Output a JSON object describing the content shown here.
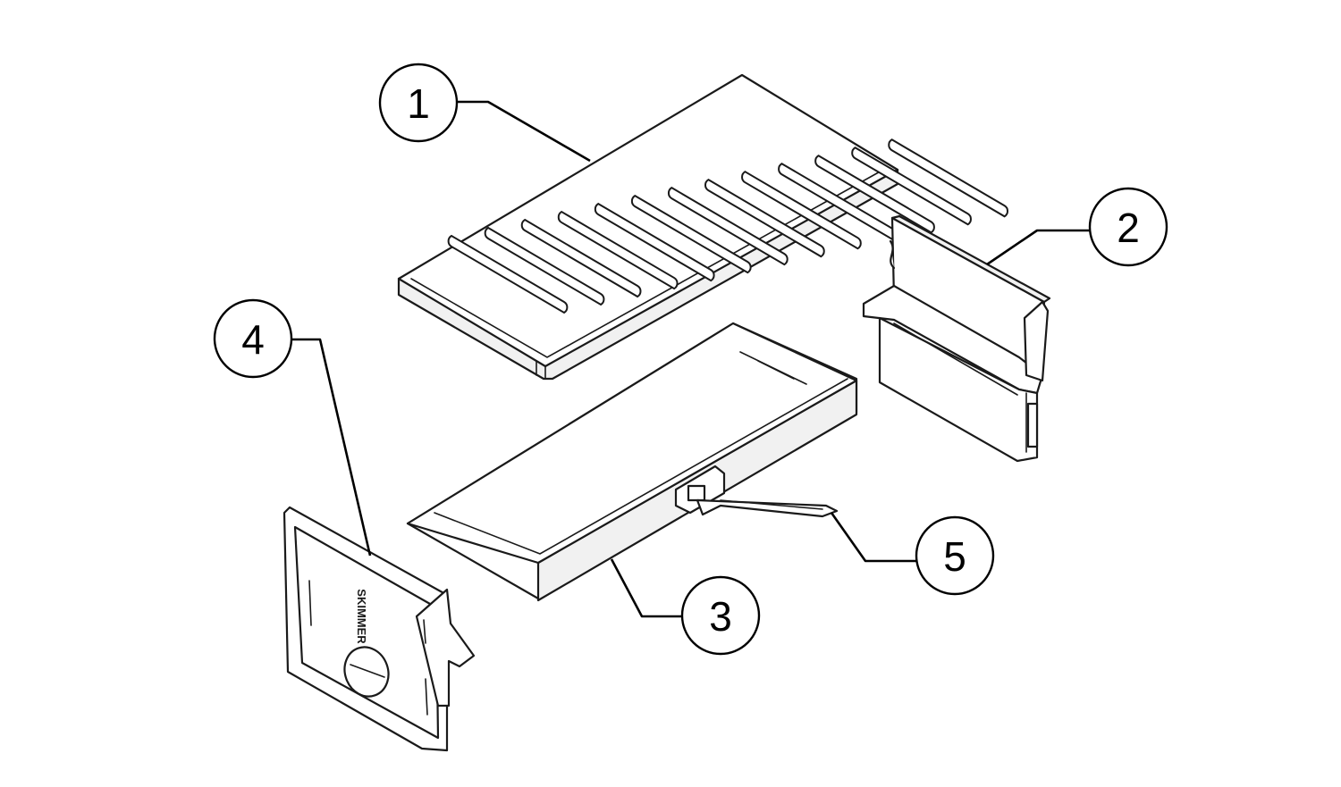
{
  "callouts": [
    {
      "id": "1",
      "label": "1"
    },
    {
      "id": "2",
      "label": "2"
    },
    {
      "id": "3",
      "label": "3"
    },
    {
      "id": "4",
      "label": "4"
    },
    {
      "id": "5",
      "label": "5"
    }
  ],
  "logo_text": "SKIMMER",
  "colors": {
    "line": "#000000",
    "fill": "#ffffff"
  }
}
